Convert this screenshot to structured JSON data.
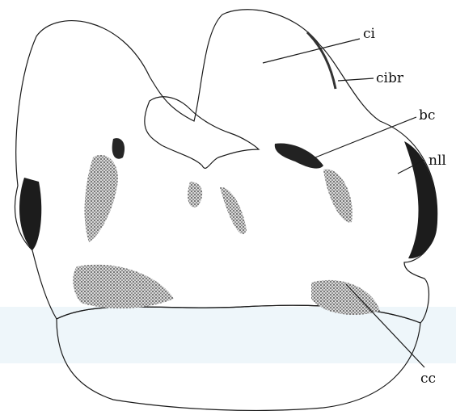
{
  "labels": {
    "ci": "ci",
    "cibr": "cibr",
    "bc": "bc",
    "nll": "nll",
    "cc": "cc"
  },
  "colors": {
    "ink": "#1a1a1a",
    "paper": "#ffffff",
    "stipple": "#7a7a7a",
    "watermark": "#e6f2f8"
  }
}
